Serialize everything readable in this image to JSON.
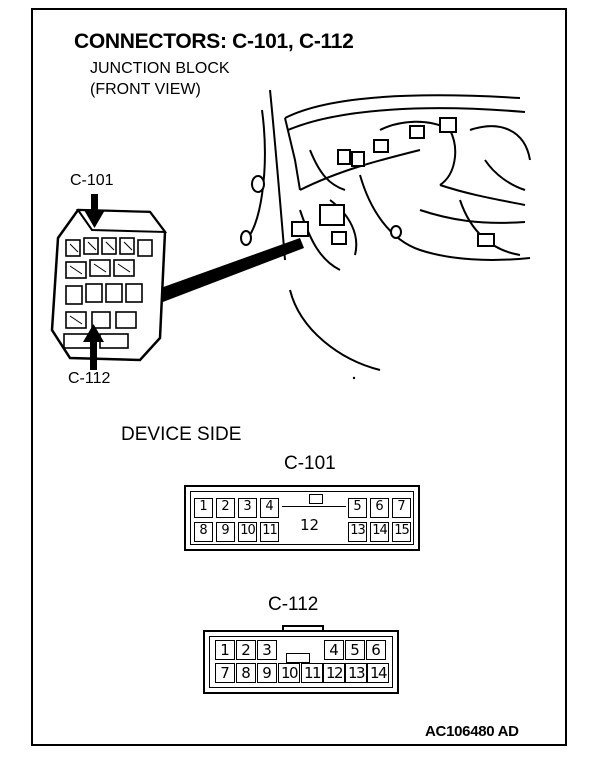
{
  "header": {
    "title": "CONNECTORS: C-101, C-112",
    "subtitle_line1": "JUNCTION BLOCK",
    "subtitle_line2": "(FRONT VIEW)"
  },
  "callouts": {
    "top": "C-101",
    "bottom": "C-112"
  },
  "section_title": "DEVICE SIDE",
  "connectors": {
    "c101": {
      "label": "C-101",
      "top_row": [
        "1",
        "2",
        "3",
        "4",
        "5",
        "6",
        "7"
      ],
      "bottom_row": [
        "8",
        "9",
        "10",
        "11",
        "13",
        "14",
        "15"
      ],
      "center": "12"
    },
    "c112": {
      "label": "C-112",
      "top_row": [
        "1",
        "2",
        "3",
        "4",
        "5",
        "6"
      ],
      "bottom_row": [
        "7",
        "8",
        "9",
        "10",
        "11",
        "12",
        "13",
        "14"
      ]
    }
  },
  "figure_code": "AC106480 AD",
  "colors": {
    "line": "#000000",
    "background": "#ffffff"
  }
}
